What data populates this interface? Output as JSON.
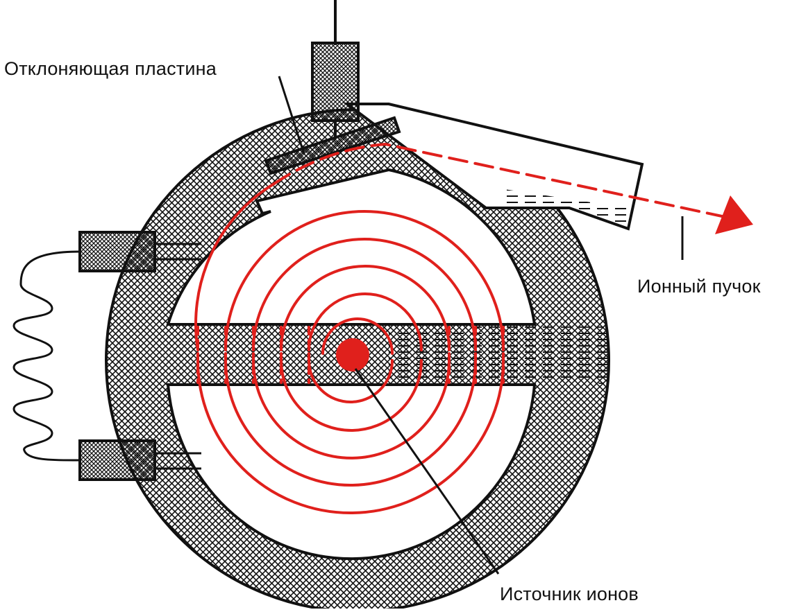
{
  "labels": {
    "deflector_plate": "Отклоняющая пластина",
    "ion_beam": "Ионный пучок",
    "ion_source": "Источник ионов"
  },
  "colors": {
    "ink": "#111111",
    "beam": "#e0201c",
    "background": "#ffffff"
  }
}
